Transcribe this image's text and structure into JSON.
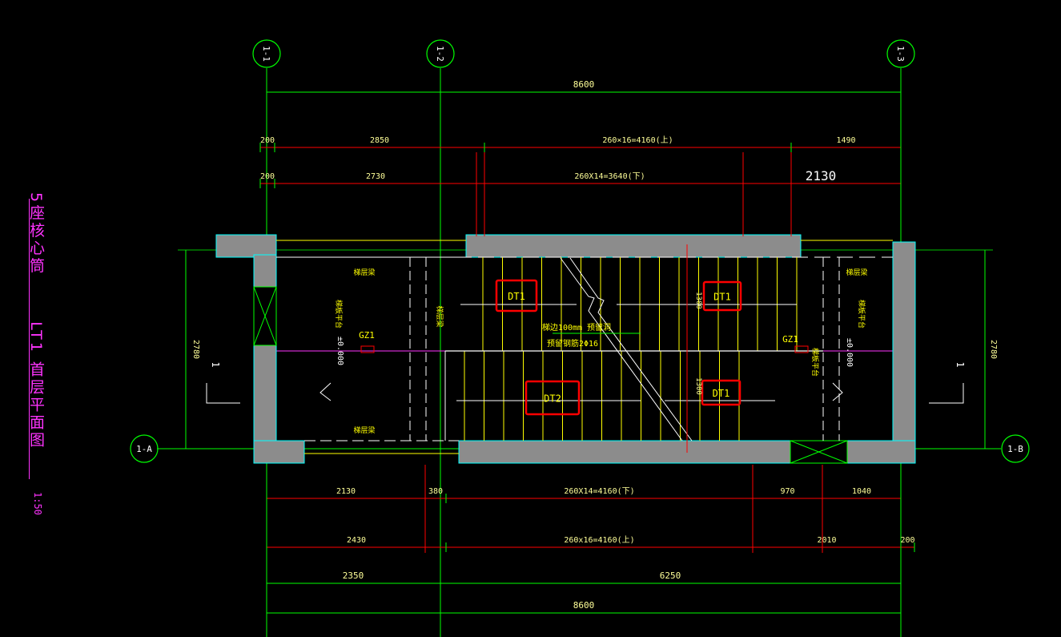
{
  "drawing": {
    "title_left": "5座核心筒",
    "title_right": "LT1 首层平面图",
    "scale": "1:50"
  },
  "axes": {
    "top": [
      {
        "label": "1-1"
      },
      {
        "label": "1-2"
      },
      {
        "label": "1-3"
      }
    ],
    "side": [
      {
        "label": "1-A"
      },
      {
        "label": "1-B"
      }
    ]
  },
  "dimensions": {
    "top_overall": "8600",
    "top_row1": [
      "200",
      "2850",
      "260×16=4160(上)",
      "1490"
    ],
    "top_row2": [
      "200",
      "2730",
      "260X14=3640(下)",
      "2130"
    ],
    "bottom_row1": [
      "2130",
      "380",
      "260X14=4160(下)",
      "970",
      "1040"
    ],
    "bottom_row2": [
      "2430",
      "260x16=4160(上)",
      "2010",
      "200"
    ],
    "bottom_row3": [
      "2350",
      "6250"
    ],
    "bottom_overall": "8600",
    "left_height": "2780",
    "right_height": "2780",
    "mid_1300_a": "1300",
    "mid_1300_b": "1300"
  },
  "labels": {
    "beam_top_left": "梯层梁",
    "beam_bottom_left": "梯层梁",
    "beam_top_right": "梯层梁",
    "slab_left": "梯板平台",
    "slab_right": "梯板平台",
    "column_gz1_left": "GZ1",
    "column_gz1_right": "GZ1",
    "level_left": "±0.000",
    "level_right": "±0.000",
    "note_line1": "梯边100mm 预留洞",
    "note_line2": "预留钢筋2Φ16",
    "vertical_beam_left": "梯层梁",
    "section_mark": "1"
  },
  "stairs": {
    "highlighted": [
      {
        "label": "DT1"
      },
      {
        "label": "DT1"
      },
      {
        "label": "DT2"
      },
      {
        "label": "DT1"
      }
    ]
  },
  "colors": {
    "dim": "#00ff00",
    "wall_fill": "#8c8c8c",
    "wall_edge": "#00ffff",
    "stair_line": "#ffff00",
    "highlight": "#ff0000",
    "axis_line": "#ff33ff",
    "title": "#ff33ff",
    "dim_text": "#ffff99",
    "white": "#ffffff"
  }
}
